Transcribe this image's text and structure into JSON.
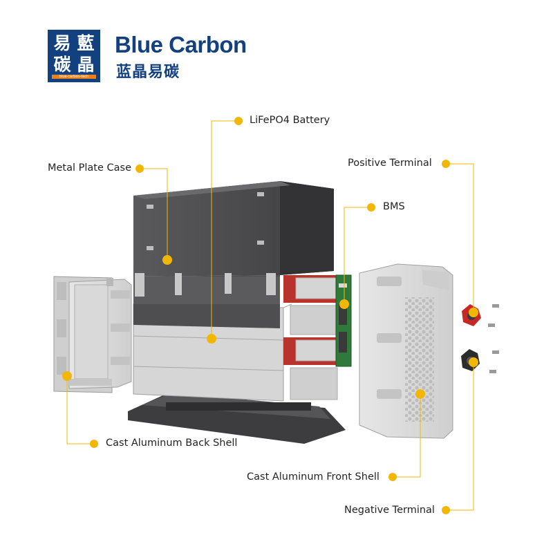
{
  "brand": {
    "logo_glyphs": [
      "易",
      "藍",
      "碳",
      "晶"
    ],
    "logo_strip": "blue-carbon-tech",
    "name_en": "Blue Carbon",
    "name_cn": "蓝晶易碳"
  },
  "callouts": {
    "lifepo4_battery": "LiFePO4 Battery",
    "metal_plate_case": "Metal Plate Case",
    "positive_terminal": "Positive Terminal",
    "bms": "BMS",
    "cast_aluminum_back_shell": "Cast Aluminum Back Shell",
    "cast_aluminum_front_shell": "Cast Aluminum Front Shell",
    "negative_terminal": "Negative Terminal"
  },
  "colors": {
    "brand_blue": "#13407f",
    "accent_orange": "#e8821e",
    "callout_dot": "#f2b705",
    "leader_line": "#f2b705",
    "case_dark": "#4a4a4c",
    "shell_grey": "#d8d8d8",
    "cell_red": "#b8332b",
    "pcb_green": "#2f7a3a"
  }
}
